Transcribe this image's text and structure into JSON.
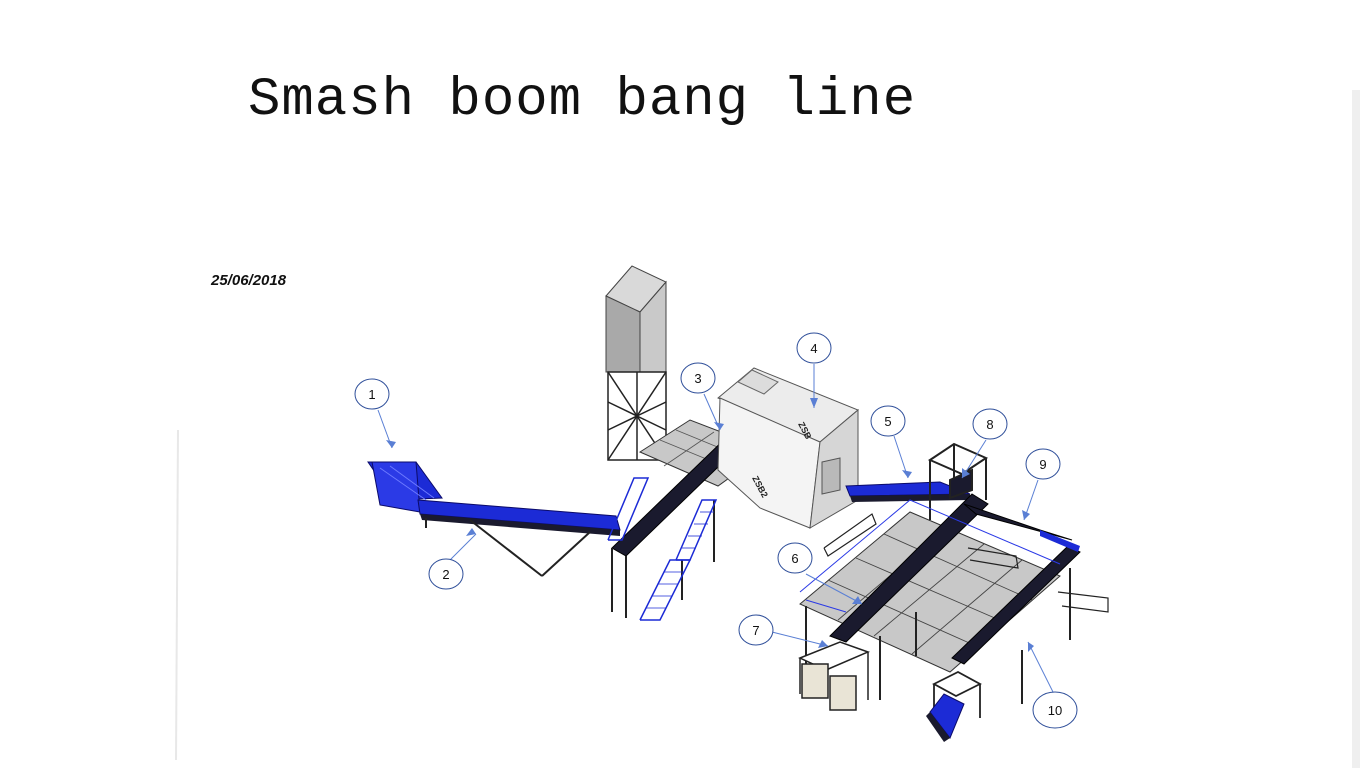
{
  "slide": {
    "title": "Smash boom bang line",
    "date": "25/06/2018"
  },
  "diagram": {
    "machine_labels": [
      "ZSB2",
      "ZSB"
    ],
    "callouts": [
      {
        "number": "1"
      },
      {
        "number": "2"
      },
      {
        "number": "3"
      },
      {
        "number": "4"
      },
      {
        "number": "5"
      },
      {
        "number": "6"
      },
      {
        "number": "7"
      },
      {
        "number": "8"
      },
      {
        "number": "9"
      },
      {
        "number": "10"
      }
    ]
  },
  "colors": {
    "conveyor_blue": "#1c2bd6",
    "conveyor_dark": "#1a1a2e",
    "callout_stroke": "#2f4f9a",
    "leader_line": "#5a7fd4",
    "platform_grey": "#c8c8c8",
    "machine_grey": "#e6e6e6",
    "silo_grey": "#b8b8b8"
  }
}
